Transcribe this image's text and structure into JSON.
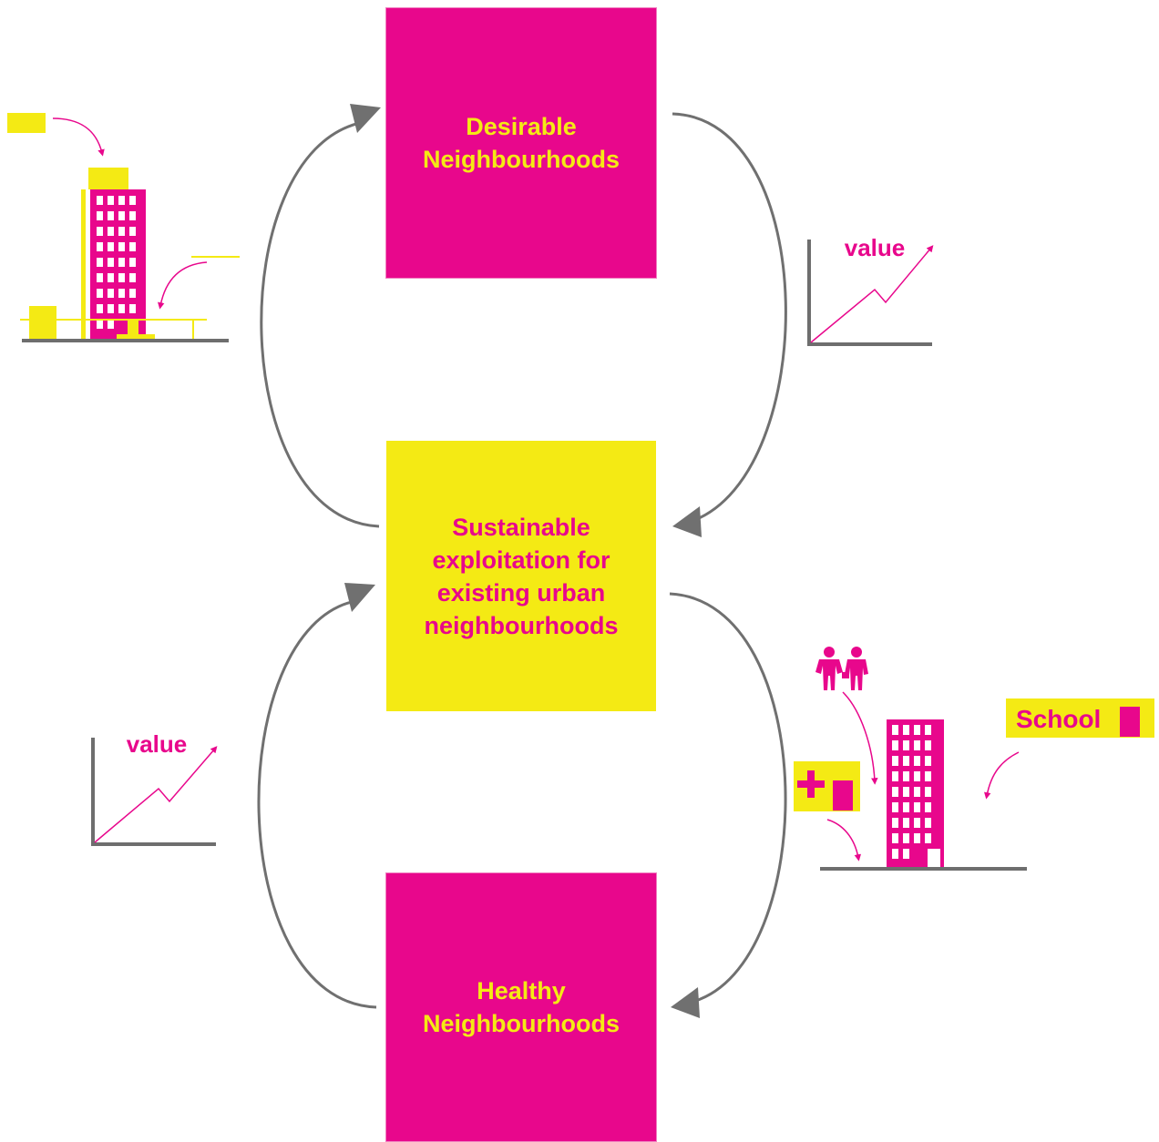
{
  "colors": {
    "magenta": "#e8078c",
    "yellow": "#f4ea14",
    "arrow_gray": "#707070",
    "axis_gray": "#6e6e6e"
  },
  "boxes": {
    "desirable": {
      "label": "Desirable\nNeighbourhoods"
    },
    "sustainable": {
      "label": "Sustainable\nexploitation for\nexisting urban\nneighbourhoods"
    },
    "healthy": {
      "label": "Healthy\nNeighbourhoods"
    }
  },
  "value_graph_right": {
    "label": "value"
  },
  "value_graph_left": {
    "label": "value"
  },
  "facilities": {
    "school_label": "School"
  },
  "icons": {
    "densification": "tall-building-densification-icon",
    "amenities": "building-with-amenities-icon",
    "people": "people-icon",
    "health": "health-cross-icon"
  }
}
